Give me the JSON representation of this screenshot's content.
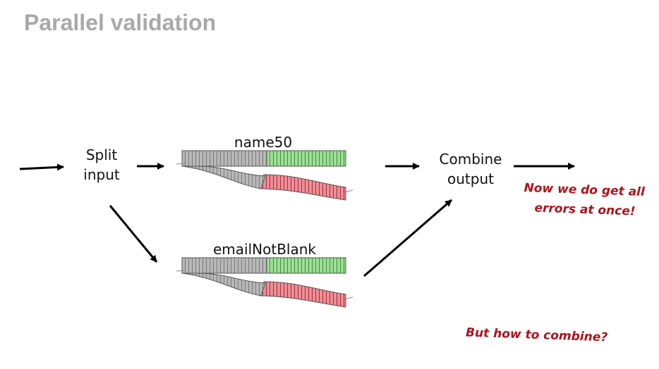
{
  "title": "Parallel validation",
  "labels": {
    "split": [
      "Split",
      "input"
    ],
    "combine": [
      "Combine",
      "output"
    ],
    "track_top": "name50",
    "track_bottom": "emailNotBlank"
  },
  "notes": {
    "errors": [
      "Now we do get all",
      "errors at once!"
    ],
    "how": "But how to combine?"
  },
  "colors": {
    "title": "#a9a9a9",
    "note": "#b0121b",
    "track_gray": "#a0a0a0",
    "track_green": "#8fd18a",
    "track_red": "#e0707a"
  }
}
